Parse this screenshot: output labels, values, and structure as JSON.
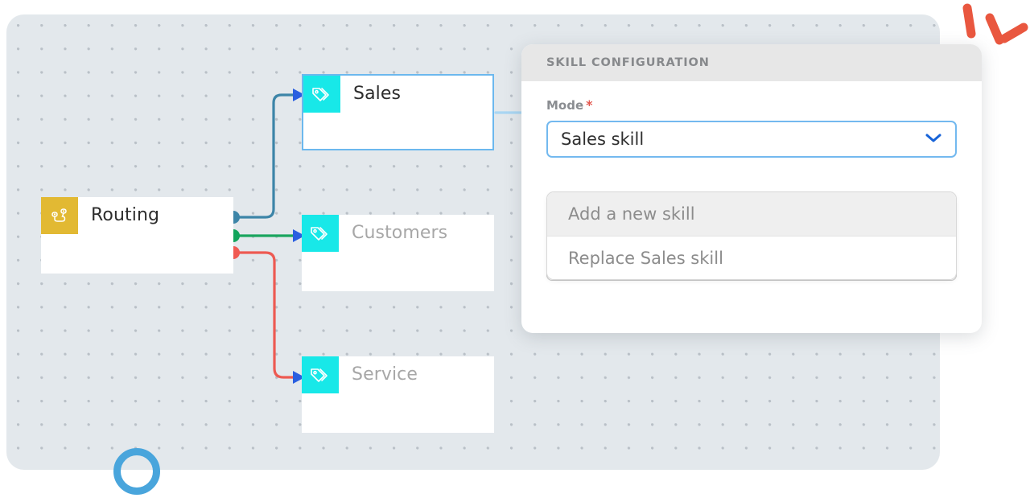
{
  "canvas": {
    "nodes": [
      {
        "id": "routing",
        "label": "Routing",
        "icon": "route-icon",
        "icon_color": "#e2b933",
        "selected": false,
        "dimmed": false
      },
      {
        "id": "sales",
        "label": "Sales",
        "icon": "tag-icon",
        "icon_color": "#18e8e8",
        "selected": true,
        "dimmed": false
      },
      {
        "id": "customers",
        "label": "Customers",
        "icon": "tag-icon",
        "icon_color": "#18e8e8",
        "selected": false,
        "dimmed": true
      },
      {
        "id": "service",
        "label": "Service",
        "icon": "tag-icon",
        "icon_color": "#18e8e8",
        "selected": false,
        "dimmed": true
      }
    ],
    "edges": [
      {
        "from": "routing",
        "to": "sales",
        "color": "#3d85a8",
        "port_color": "#3d85a8"
      },
      {
        "from": "routing",
        "to": "customers",
        "color": "#1aa55e",
        "port_color": "#12a45c"
      },
      {
        "from": "routing",
        "to": "service",
        "color": "#ed5a52",
        "port_color": "#f05a52"
      }
    ],
    "arrow_color": "#2a5fe0"
  },
  "panel": {
    "header_title": "SKILL CONFIGURATION",
    "mode_field": {
      "label": "Mode",
      "required_marker": "*",
      "value": "Sales skill",
      "chevron": "chevron-down-icon"
    },
    "options": [
      {
        "label": "Add a new skill",
        "highlighted": true
      },
      {
        "label": "Replace Sales skill",
        "highlighted": false
      }
    ]
  },
  "decorations": {
    "burst": {
      "name": "burst-marks",
      "color": "#e9573f"
    },
    "cursor_ring": {
      "name": "cursor-ring",
      "color": "#49a5dc"
    }
  }
}
